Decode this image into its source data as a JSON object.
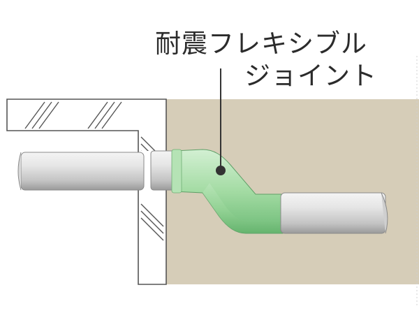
{
  "callout": {
    "line1": "耐震フレキシブル",
    "line2": "ジョイント"
  },
  "colors": {
    "soil": "#d6cdb8",
    "wall_fill": "#ffffff",
    "wall_stroke": "#555555",
    "pipe_light": "#ededed",
    "pipe_mid": "#c9c9c9",
    "pipe_dark": "#8f8f8f",
    "joint_light": "#c8ebc8",
    "joint_mid": "#8fd18f",
    "joint_dark": "#5fb06b",
    "leader": "#333333"
  },
  "icons": {
    "leader_dot": "filled-circle"
  }
}
